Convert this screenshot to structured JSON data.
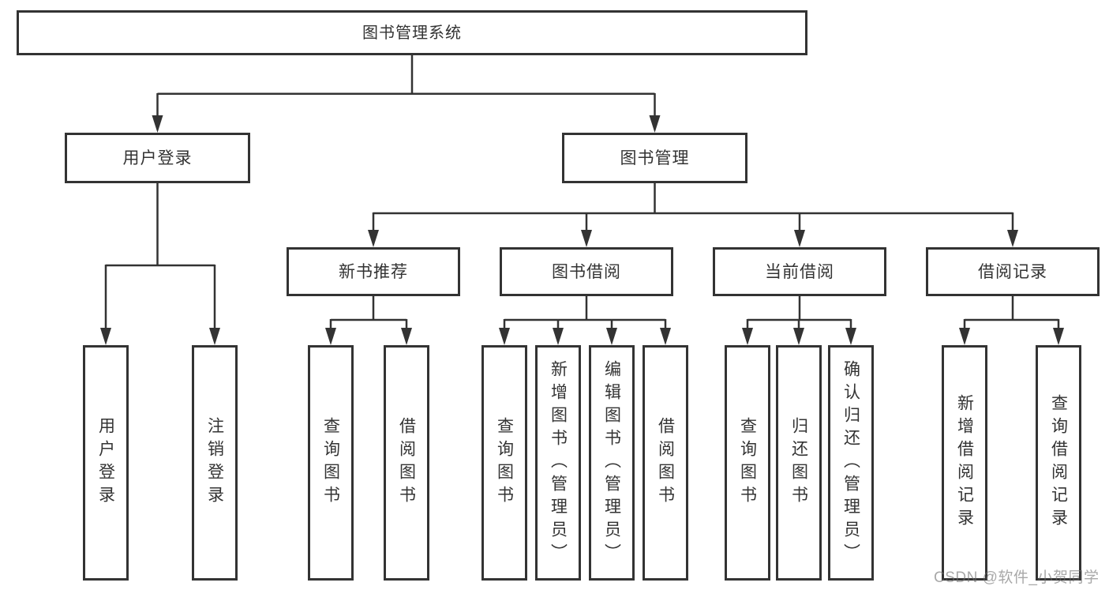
{
  "diagram": {
    "type": "tree",
    "root": {
      "label": "图书管理系统"
    },
    "level2": [
      {
        "label": "用户登录"
      },
      {
        "label": "图书管理"
      }
    ],
    "level3": [
      {
        "label": "新书推荐",
        "parent": "图书管理"
      },
      {
        "label": "图书借阅",
        "parent": "图书管理"
      },
      {
        "label": "当前借阅",
        "parent": "图书管理"
      },
      {
        "label": "借阅记录",
        "parent": "图书管理"
      }
    ],
    "leaves": [
      {
        "label": "用户登录",
        "parent": "用户登录"
      },
      {
        "label": "注销登录",
        "parent": "用户登录"
      },
      {
        "label": "查询图书",
        "parent": "新书推荐"
      },
      {
        "label": "借阅图书",
        "parent": "新书推荐"
      },
      {
        "label": "查询图书",
        "parent": "图书借阅"
      },
      {
        "label": "新增图书（管理员）",
        "parent": "图书借阅"
      },
      {
        "label": "编辑图书（管理员）",
        "parent": "图书借阅"
      },
      {
        "label": "借阅图书",
        "parent": "图书借阅"
      },
      {
        "label": "查询图书",
        "parent": "当前借阅"
      },
      {
        "label": "归还图书",
        "parent": "当前借阅"
      },
      {
        "label": "确认归还（管理员）",
        "parent": "当前借阅"
      },
      {
        "label": "新增借阅记录",
        "parent": "借阅记录"
      },
      {
        "label": "查询借阅记录",
        "parent": "借阅记录"
      }
    ],
    "colors": {
      "line": "#333333",
      "box_border": "#333333",
      "box_fill": "#ffffff",
      "text": "#333333",
      "watermark_text": "#6e6e6e"
    }
  },
  "watermark": {
    "text": "CSDN @软件_小贺同学"
  }
}
